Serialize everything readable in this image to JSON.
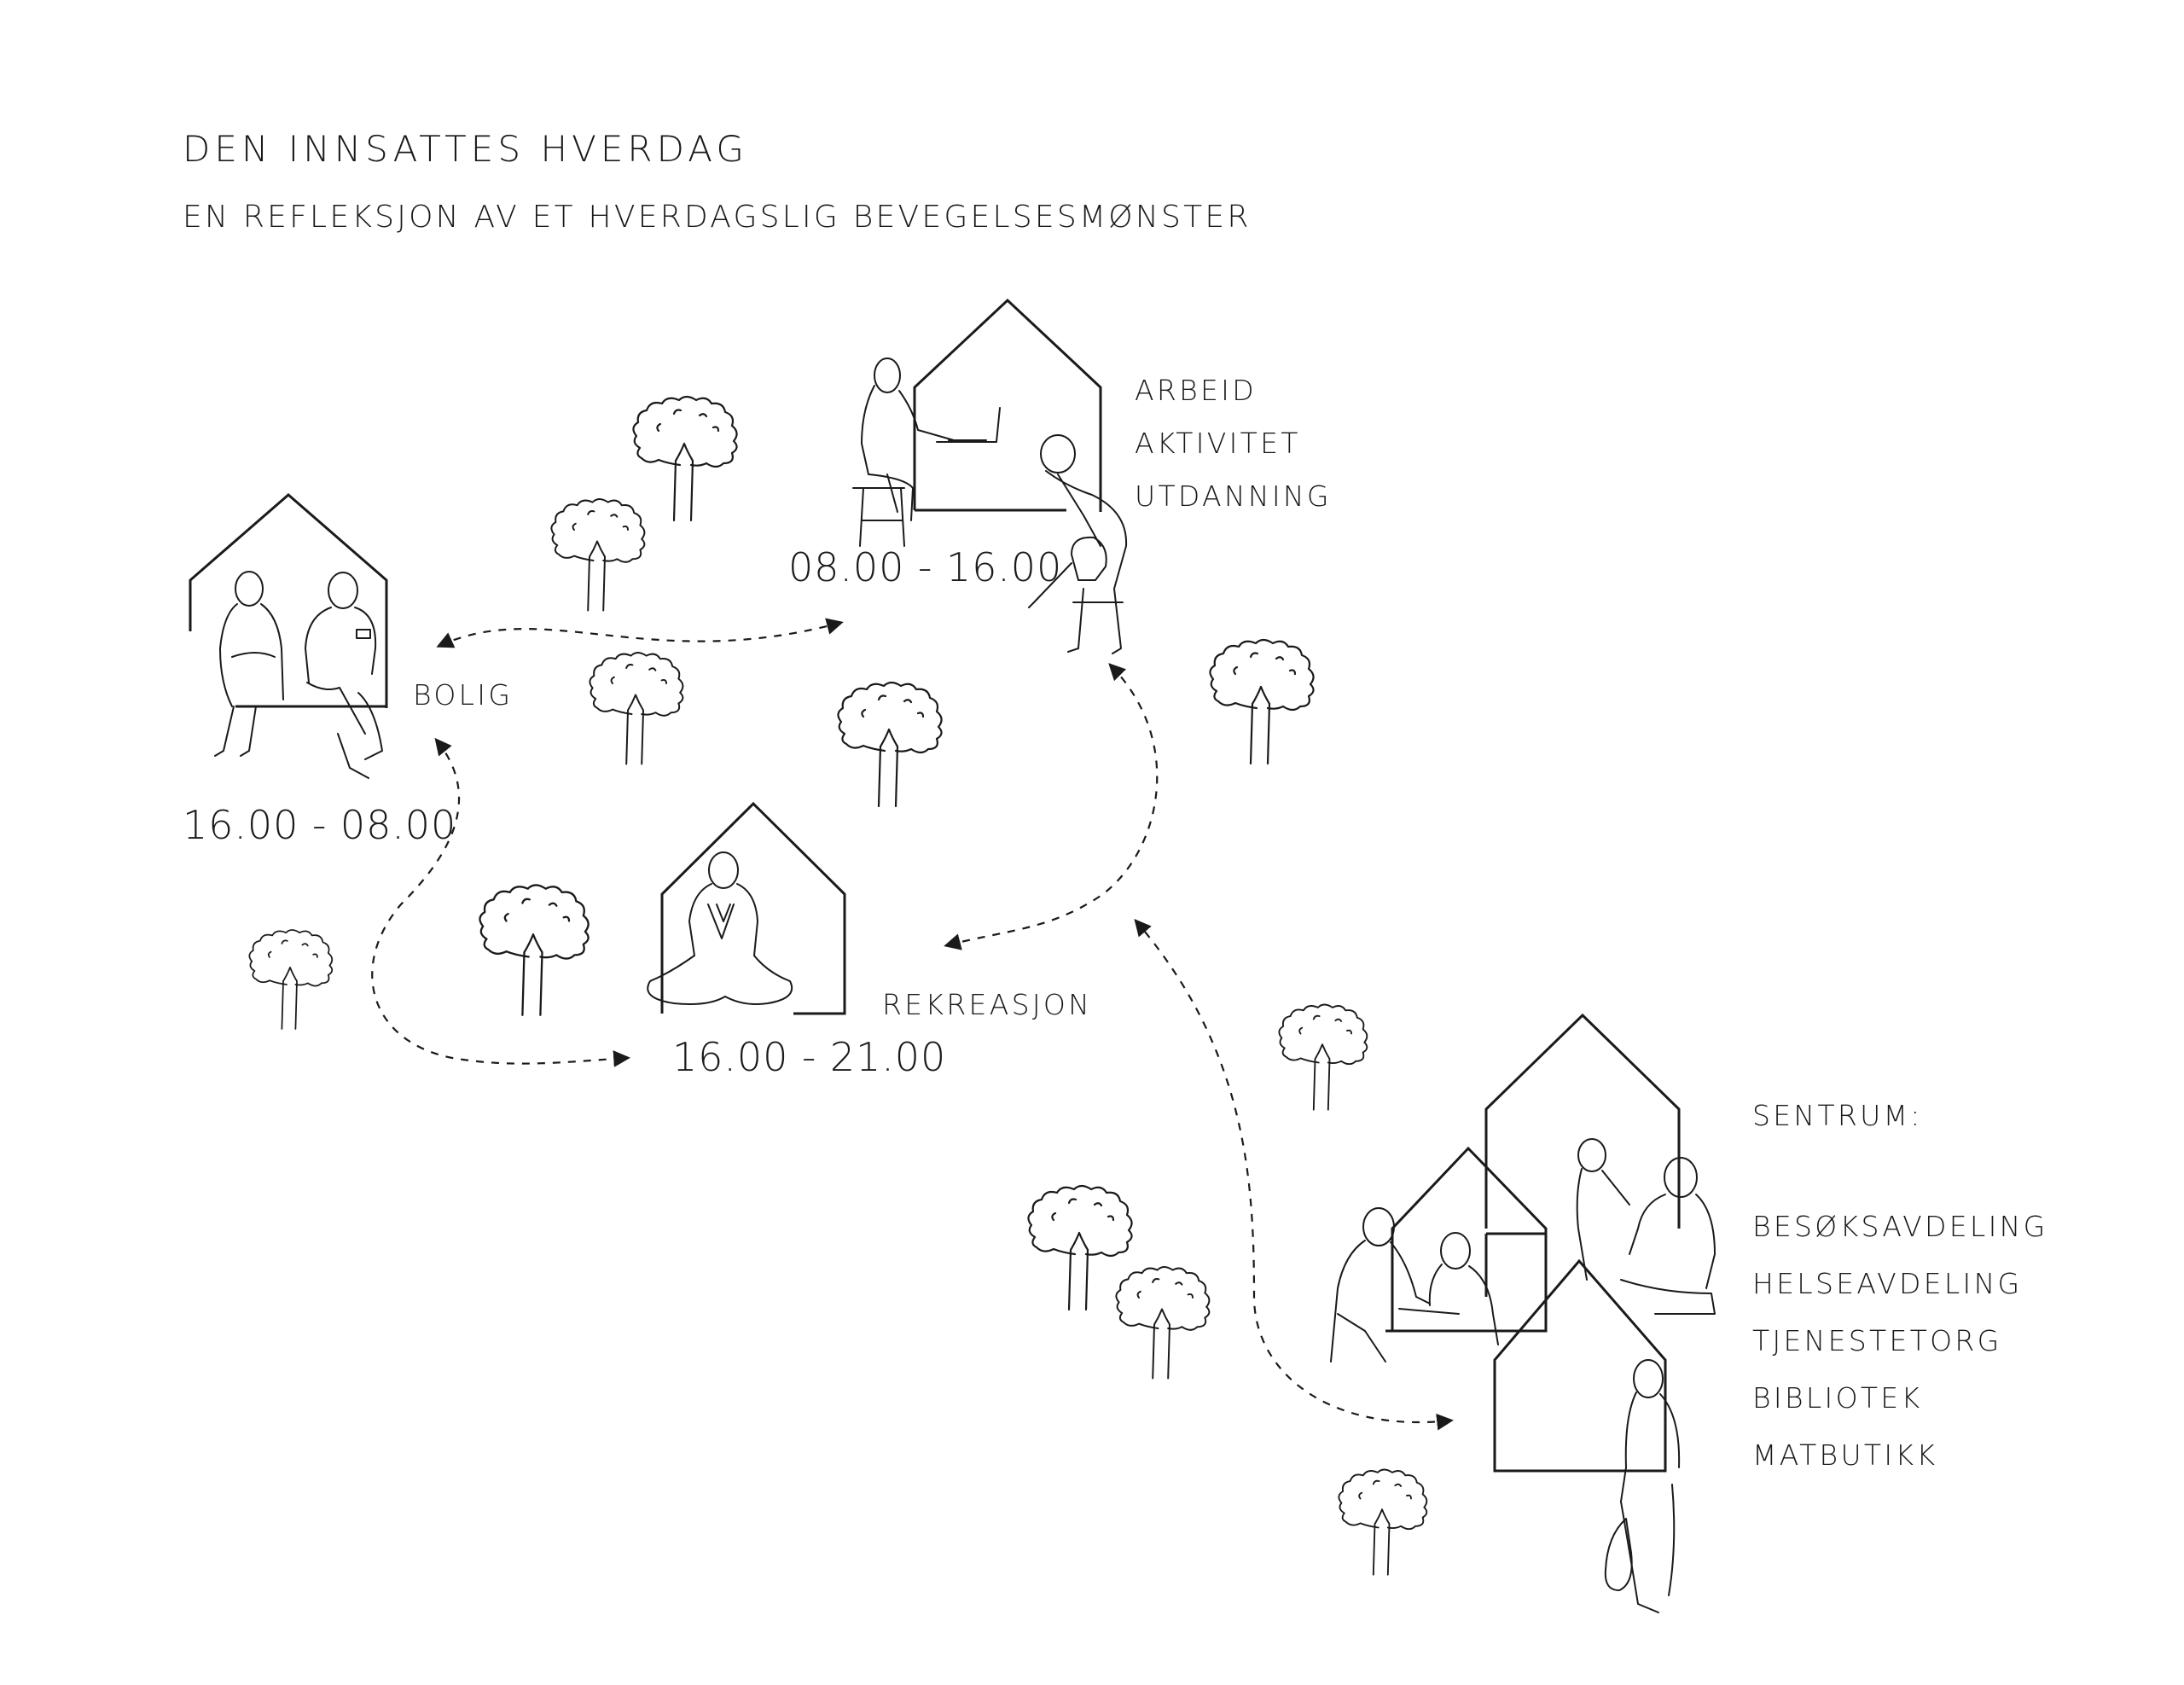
{
  "title": "DEN INNSATTES HVERDAG",
  "subtitle": "EN REFLEKSJON AV ET HVERDAGSLIG BEVEGELSESMØNSTER",
  "bolig": {
    "label": "BOLIG",
    "time": "16.00 - 08.00"
  },
  "arbeid": {
    "labels": [
      "ARBEID",
      "AKTIVITET",
      "UTDANNING"
    ],
    "time": "08.00 - 16.00"
  },
  "rekreasjon": {
    "label": "REKREASJON",
    "time": "16.00 - 21.00"
  },
  "sentrum": {
    "heading": "SENTRUM:",
    "items": [
      "BESØKSAVDELING",
      "HELSEAVDELING",
      "TJENESTETORG",
      "BIBLIOTEK",
      "MATBUTIKK"
    ]
  },
  "colors": {
    "line": "#1a1a1a",
    "background": "#ffffff"
  }
}
